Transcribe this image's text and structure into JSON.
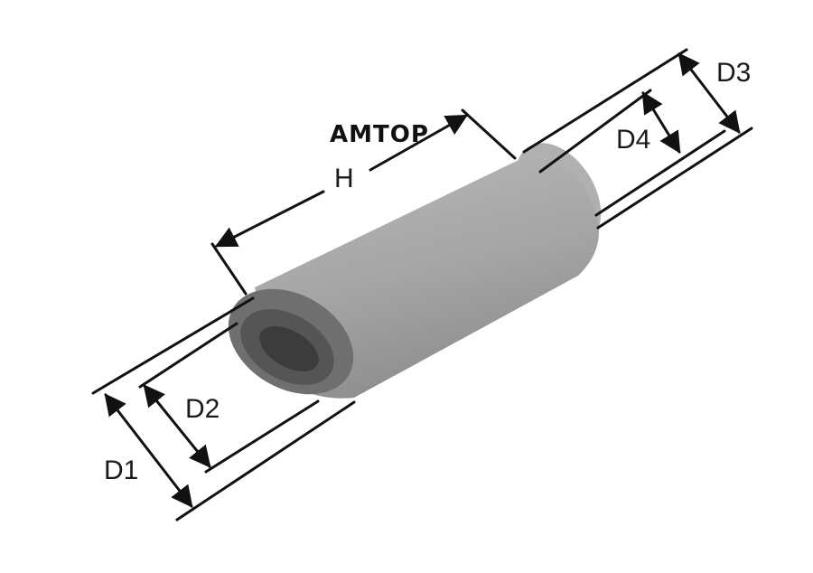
{
  "brand": "AMTOP",
  "dimensions": {
    "h": "H",
    "d1": "D1",
    "d2": "D2",
    "d3": "D3",
    "d4": "D4"
  },
  "colors": {
    "body": "#a9a9a9",
    "body_light": "#c4c4c4",
    "gasket": "#6e6e6e",
    "inner": "#3f3f3f",
    "line": "#111111"
  }
}
